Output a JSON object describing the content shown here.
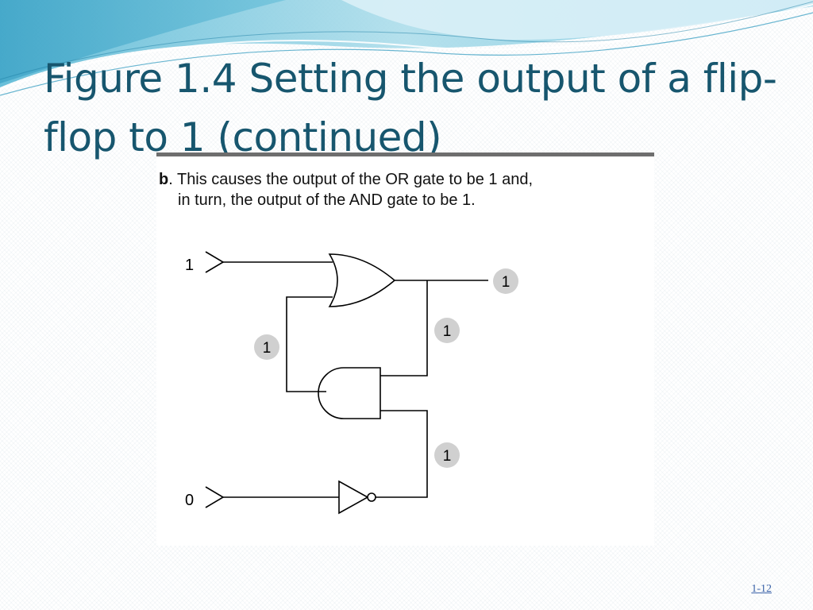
{
  "slide": {
    "title": "Figure 1.4  Setting the output of a flip-flop to 1 (continued)",
    "page_number": "1-12"
  },
  "figure": {
    "caption_label": "b",
    "caption_line1": ". This causes the output of the OR gate to be 1 and,",
    "caption_line2": "in turn, the output of the AND gate to be 1.",
    "input_top": "1",
    "input_bottom": "0",
    "badge_output": "1",
    "badge_feedback": "1",
    "badge_left_wire": "1",
    "badge_not_output": "1"
  },
  "colors": {
    "title": "#17566e",
    "banner_light": "#a9dcea",
    "banner_dark": "#2a97be",
    "badge_fill": "#d0d0d0",
    "frame_border": "#6e6e6e"
  }
}
